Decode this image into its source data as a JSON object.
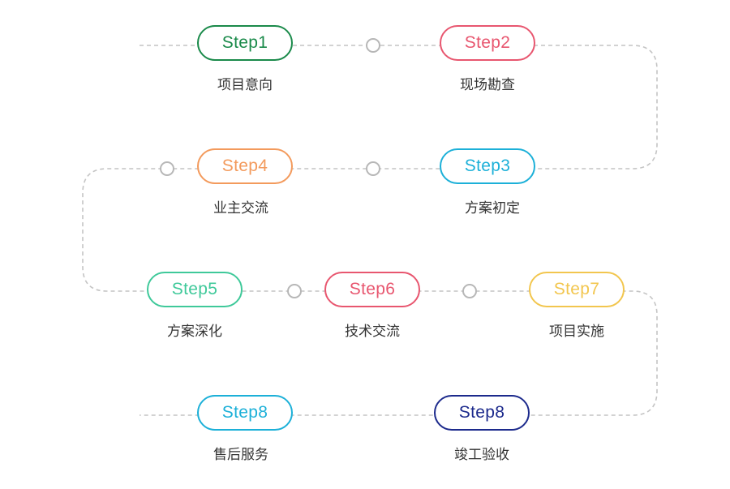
{
  "steps": [
    {
      "pill": "Step1",
      "label": "项目意向",
      "color": "#1a8a4a"
    },
    {
      "pill": "Step2",
      "label": "现场勘查",
      "color": "#e8566f"
    },
    {
      "pill": "Step3",
      "label": "方案初定",
      "color": "#1cb0d8"
    },
    {
      "pill": "Step4",
      "label": "业主交流",
      "color": "#f39a5c"
    },
    {
      "pill": "Step5",
      "label": "方案深化",
      "color": "#3fc99a"
    },
    {
      "pill": "Step6",
      "label": "技术交流",
      "color": "#e8566f"
    },
    {
      "pill": "Step7",
      "label": "项目实施",
      "color": "#f2c64e"
    },
    {
      "pill": "Step8",
      "label": "竣工验收",
      "color": "#1c2a8c"
    },
    {
      "pill": "Step8",
      "label": "售后服务",
      "color": "#1cb0d8"
    }
  ],
  "connector_color": "#c4c4c4",
  "dot_color": "#b7b7b7"
}
